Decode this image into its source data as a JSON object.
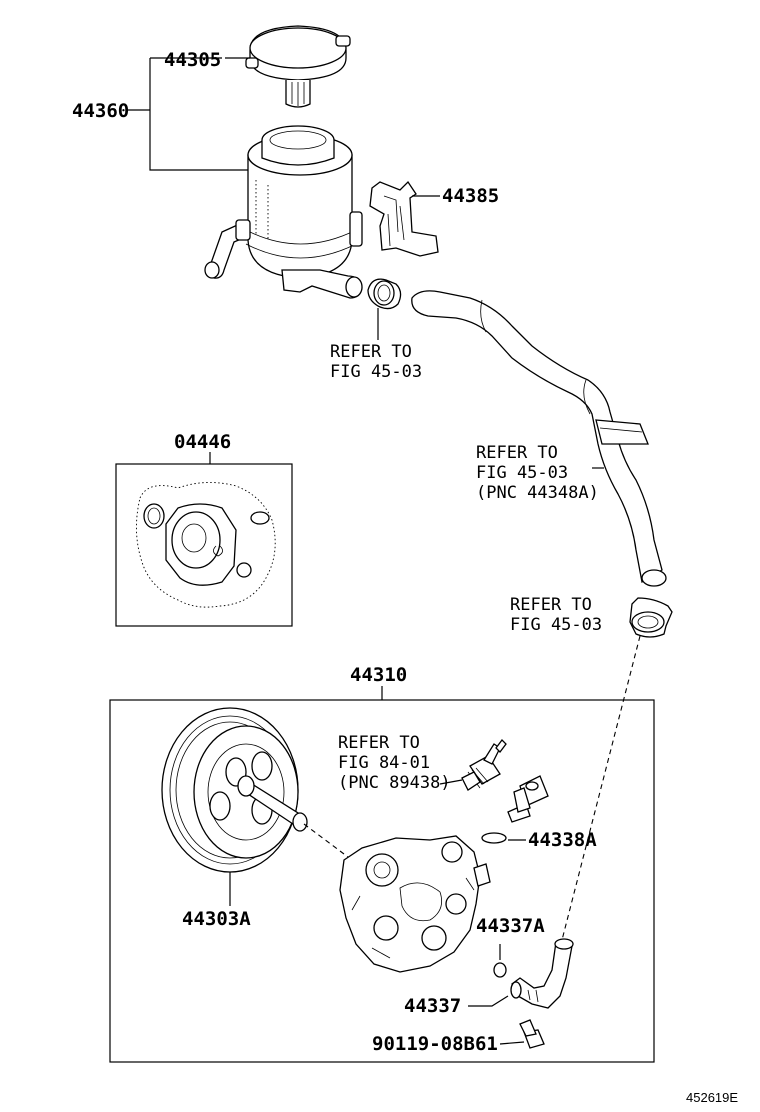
{
  "parts": {
    "cap": "44305",
    "reservoir": "44360",
    "bracket": "44385",
    "gasket_kit": "04446",
    "pump_assy": "44310",
    "pulley": "44303A",
    "o_ring_top": "44338A",
    "o_ring_bottom": "44337A",
    "union": "44337",
    "bolt": "90119-08B61"
  },
  "references": {
    "ref1": {
      "line1": "REFER TO",
      "line2": "FIG 45-03"
    },
    "ref2": {
      "line1": "REFER TO",
      "line2": "FIG 45-03",
      "line3": "(PNC 44348A)"
    },
    "ref3": {
      "line1": "REFER TO",
      "line2": "FIG 45-03"
    },
    "ref4": {
      "line1": "REFER TO",
      "line2": "FIG 84-01",
      "line3": "(PNC 89438)"
    }
  },
  "figure_id": "452619E"
}
